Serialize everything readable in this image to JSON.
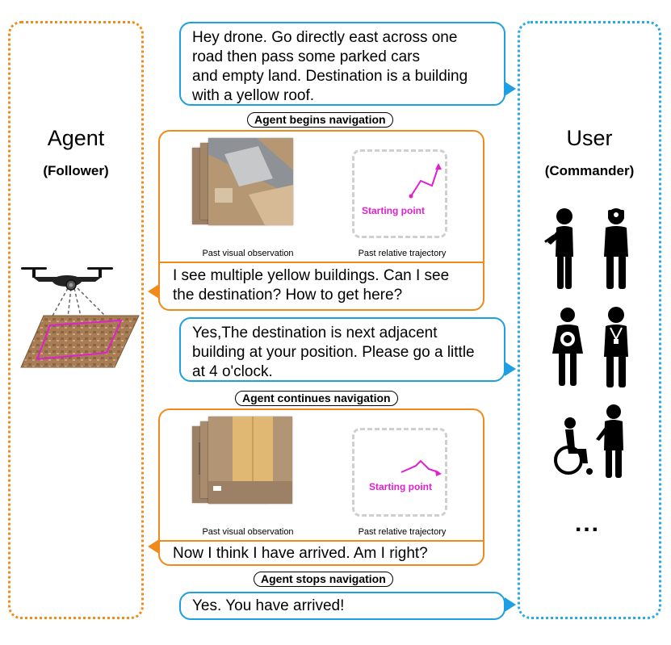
{
  "agent": {
    "title": "Agent",
    "subtitle": "(Follower)"
  },
  "user": {
    "title": "User",
    "subtitle": "(Commander)",
    "more": "..."
  },
  "messages": {
    "user1": [
      "Hey drone. Go directly east across one",
      "road then pass some parked cars",
      "and empty land. Destination is a building",
      "with a yellow roof."
    ],
    "agent1": [
      "I see multiple yellow buildings. Can I see",
      "the destination? How to get here?"
    ],
    "user2": [
      "Yes,The destination is next adjacent",
      "building at your position. Please go a little",
      "at 4 o'clock."
    ],
    "agent2": [
      "Now I think I have arrived. Am I right?"
    ],
    "user3": [
      "Yes. You have arrived!"
    ]
  },
  "status": {
    "begin": "Agent begins navigation",
    "continue": "Agent continues navigation",
    "stop": "Agent stops navigation"
  },
  "panels": {
    "visual_caption": "Past visual observation",
    "trajectory_caption": "Past relative trajectory",
    "starting_point": "Starting point"
  },
  "colors": {
    "agent": "#f08a1a",
    "user": "#1e9fe4",
    "trajectory": "#e01fd0"
  },
  "icons": [
    "drone-icon",
    "aerial-map-icon",
    "person-with-tablet-icon",
    "photographer-icon",
    "pregnant-woman-icon",
    "person-with-lanyard-icon",
    "wheelchair-user-icon",
    "caregiver-icon"
  ]
}
